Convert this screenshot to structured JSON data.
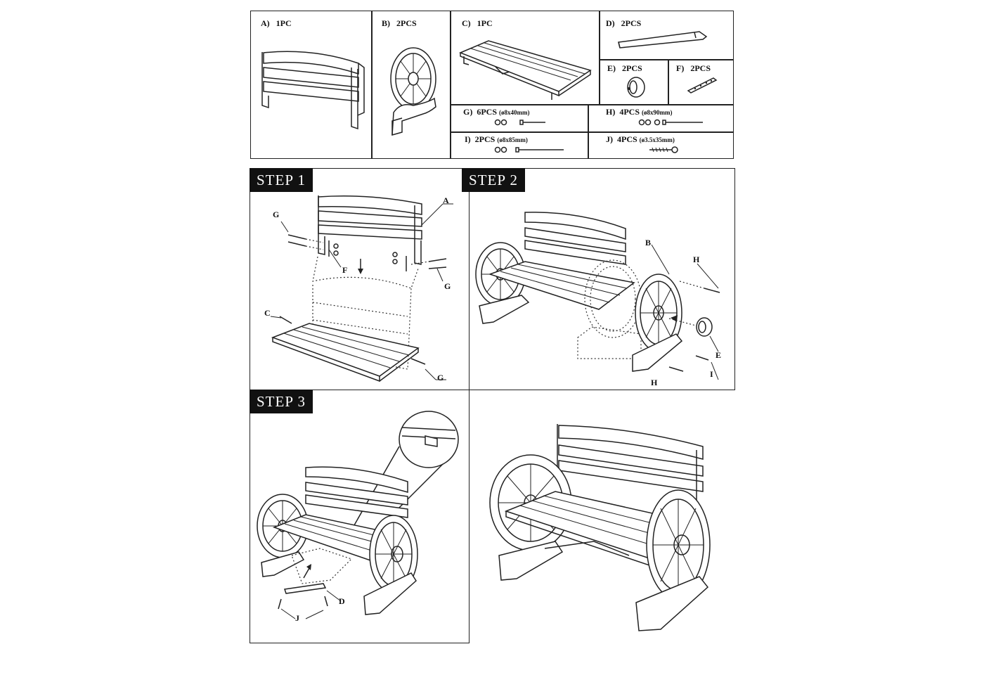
{
  "parts": [
    {
      "letter": "A)",
      "qty": "1PC"
    },
    {
      "letter": "B)",
      "qty": "2PCS"
    },
    {
      "letter": "C)",
      "qty": "1PC"
    },
    {
      "letter": "D)",
      "qty": "2PCS"
    },
    {
      "letter": "E)",
      "qty": "2PCS"
    },
    {
      "letter": "F)",
      "qty": "2PCS"
    },
    {
      "letter": "G)",
      "qty": "6PCS",
      "spec": "(ø8x40mm)"
    },
    {
      "letter": "H)",
      "qty": "4PCS",
      "spec": "(ø8x90mm)"
    },
    {
      "letter": "I)",
      "qty": "2PCS",
      "spec": "(ø8x85mm)"
    },
    {
      "letter": "J)",
      "qty": "4PCS",
      "spec": "(ø3.5x35mm)"
    }
  ],
  "steps": [
    {
      "label": "STEP 1",
      "callouts": [
        "A",
        "G",
        "F",
        "G",
        "C",
        "G"
      ]
    },
    {
      "label": "STEP 2",
      "callouts": [
        "B",
        "H",
        "E",
        "I",
        "H"
      ]
    },
    {
      "label": "STEP 3",
      "callouts": [
        "D",
        "J"
      ]
    }
  ]
}
